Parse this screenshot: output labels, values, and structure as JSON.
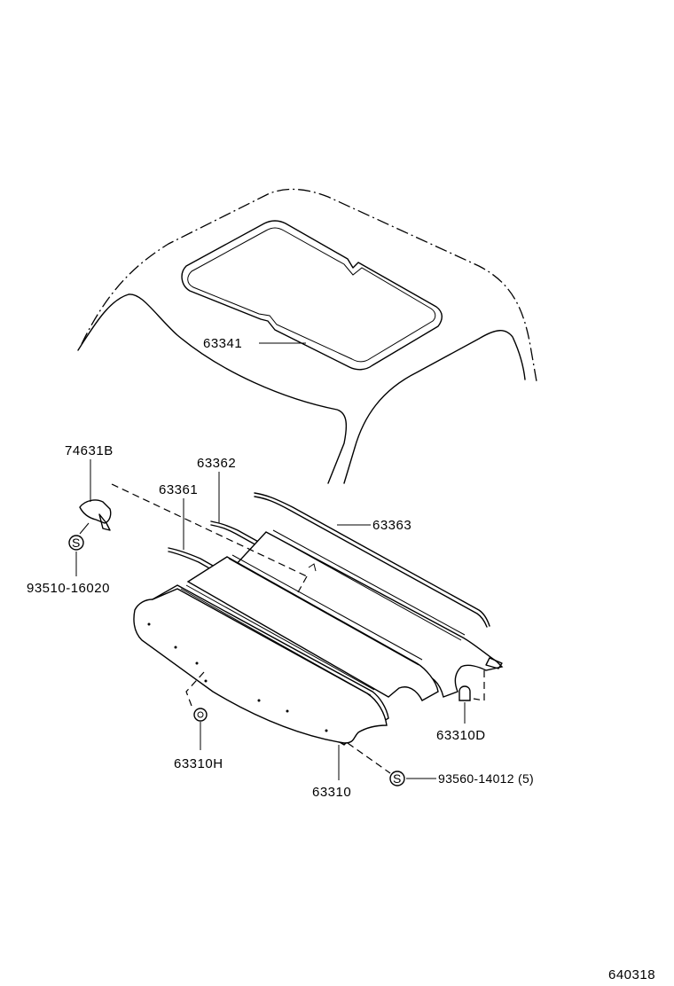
{
  "diagram": {
    "part_labels": {
      "p63341": "63341",
      "p74631B": "74631B",
      "p63362": "63362",
      "p63361": "63361",
      "p63363": "63363",
      "p93510": "93510-16020",
      "p63310D": "63310D",
      "p63310H": "63310H",
      "p63310": "63310",
      "p93560": "93560-14012 (5)",
      "ref_code": "640318"
    },
    "screw_symbol": "S",
    "icons": [
      "screw-s-icon",
      "clip-icon",
      "bracket-icon"
    ]
  }
}
